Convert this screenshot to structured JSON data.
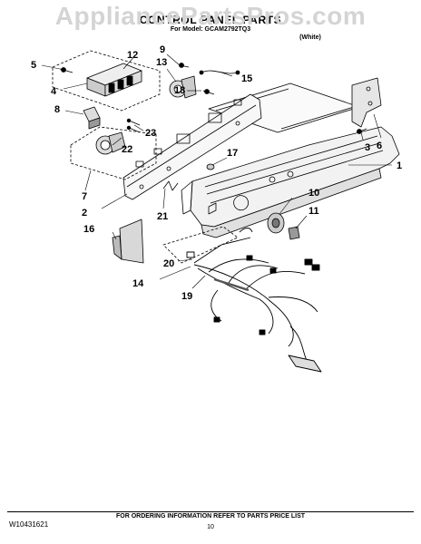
{
  "watermark": "AppliancePartsPros.com",
  "header": {
    "title": "CONTROL PANEL PARTS",
    "model_line": "For Model: GCAM2792TQ3",
    "color": "(White)"
  },
  "callouts": [
    "1",
    "2",
    "3",
    "4",
    "5",
    "6",
    "7",
    "8",
    "9",
    "10",
    "11",
    "12",
    "13",
    "14",
    "15",
    "16",
    "17",
    "18",
    "19",
    "20",
    "21",
    "22",
    "23"
  ],
  "footer": {
    "doc_number": "W10431621",
    "ordering_note": "FOR ORDERING INFORMATION REFER TO PARTS PRICE LIST",
    "page_number": "10"
  }
}
